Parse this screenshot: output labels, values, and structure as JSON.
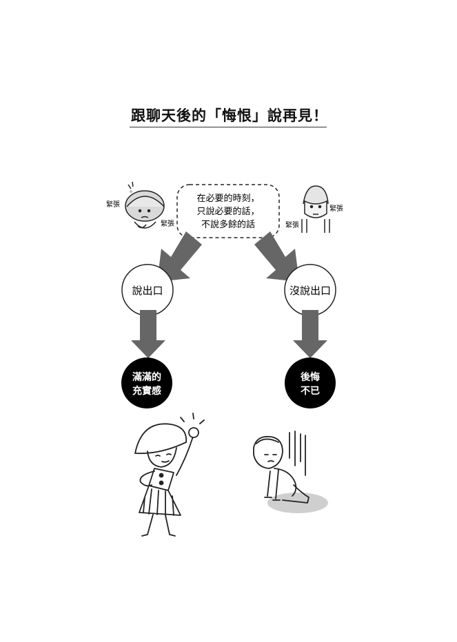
{
  "title": "跟聊天後的「悔恨」說再見！",
  "bubble": {
    "lines": [
      "在必要的時刻，",
      "只說必要的話，",
      "不說多餘的話"
    ]
  },
  "nervous_marks": {
    "left_top": "緊張",
    "left_bottom": "緊張",
    "right_left": "緊張",
    "right_right": "緊張"
  },
  "left_branch": {
    "choice": "說出口",
    "result_lines": [
      "滿滿的",
      "充實感"
    ]
  },
  "right_branch": {
    "choice": "沒說出口",
    "result_lines": [
      "後悔",
      "不已"
    ]
  }
}
